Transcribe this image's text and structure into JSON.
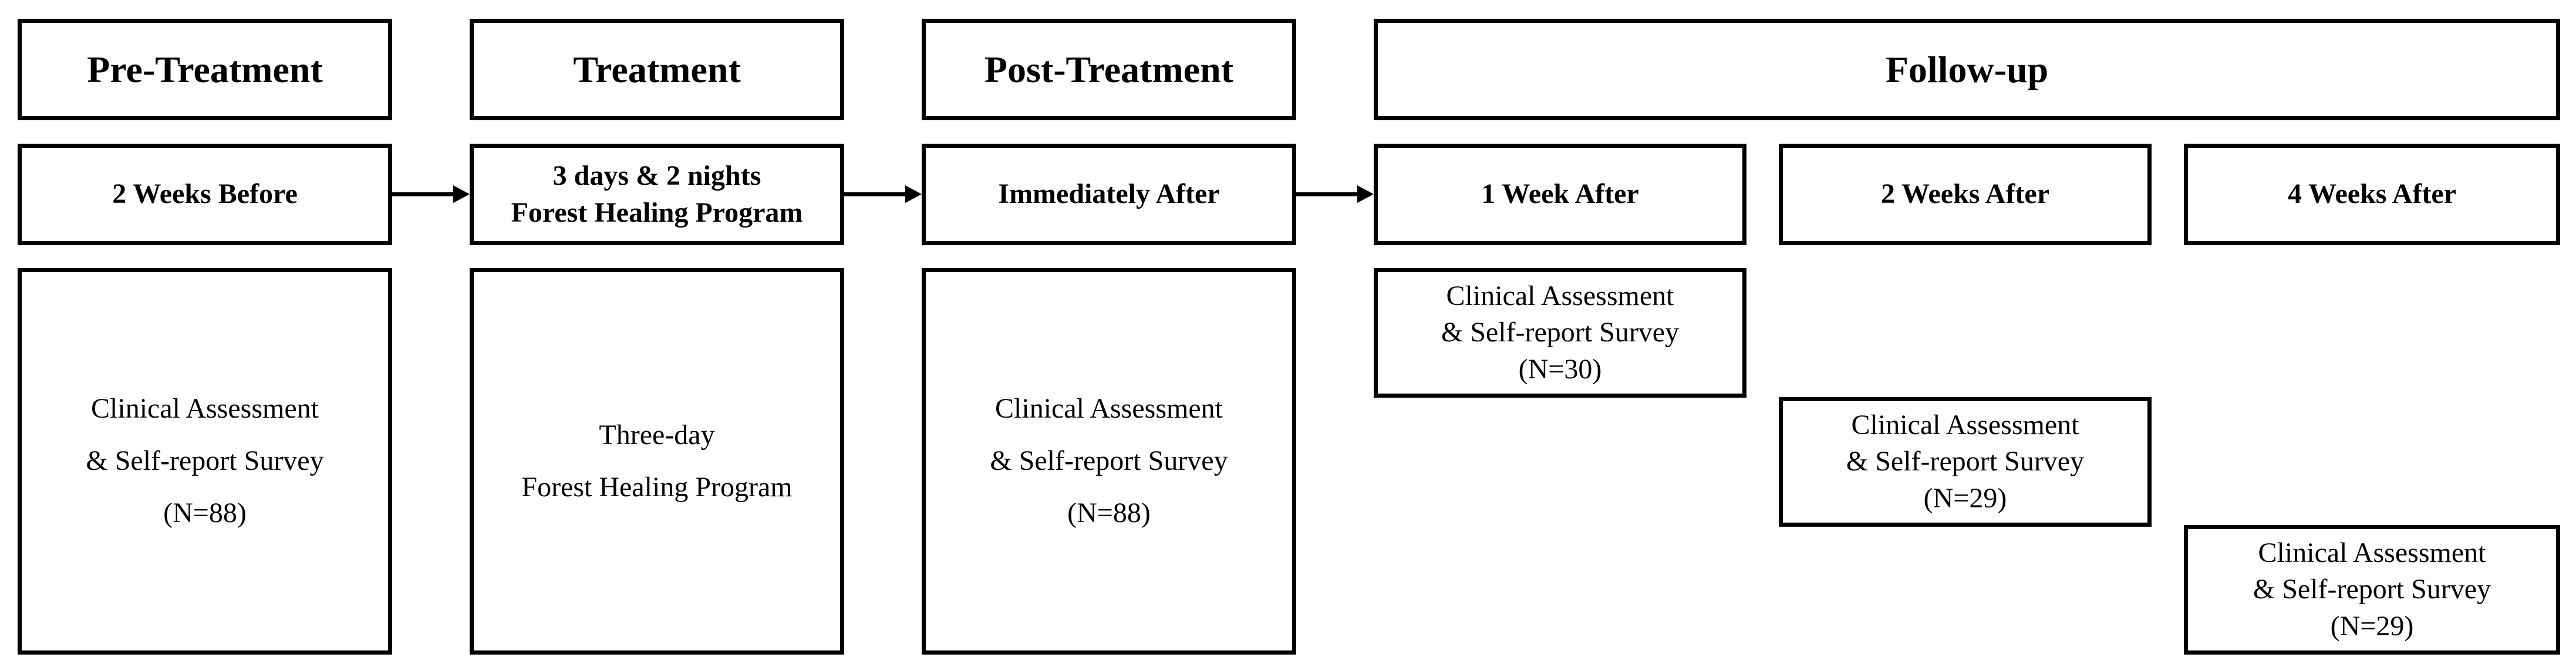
{
  "phases": {
    "pre": "Pre-Treatment",
    "treatment": "Treatment",
    "post": "Post-Treatment",
    "followup": "Follow-up"
  },
  "timepoints": {
    "pre": [
      "2 Weeks Before"
    ],
    "treatment": [
      "3 days & 2 nights",
      "Forest Healing Program"
    ],
    "post": [
      "Immediately After"
    ],
    "week1": [
      "1 Week After"
    ],
    "week2": [
      "2 Weeks After"
    ],
    "week4": [
      "4 Weeks After"
    ]
  },
  "contents": {
    "pre": [
      "Clinical Assessment",
      "& Self-report Survey",
      "(N=88)"
    ],
    "treatment": [
      "Three-day",
      "Forest Healing Program"
    ],
    "post": [
      "Clinical Assessment",
      "& Self-report Survey",
      "(N=88)"
    ],
    "week1": [
      "Clinical Assessment",
      "& Self-report Survey",
      "(N=30)"
    ],
    "week2": [
      "Clinical Assessment",
      "& Self-report Survey",
      "(N=29)"
    ],
    "week4": [
      "Clinical Assessment",
      "& Self-report Survey",
      "(N=29)"
    ]
  }
}
